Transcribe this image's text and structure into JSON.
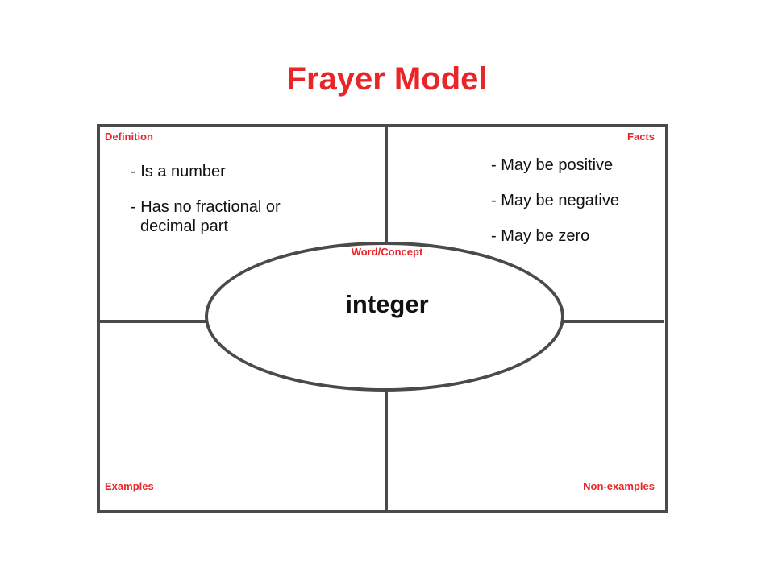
{
  "title": "Frayer Model",
  "quadrants": {
    "definition": {
      "label": "Definition",
      "items": [
        "- Is a number",
        "- Has no fractional or",
        "decimal part"
      ]
    },
    "facts": {
      "label": "Facts",
      "items": [
        "- May be positive",
        "- May be negative",
        "- May be zero"
      ]
    },
    "examples": {
      "label": "Examples"
    },
    "non_examples": {
      "label": "Non-examples"
    }
  },
  "center": {
    "label": "Word/Concept",
    "word": "integer"
  },
  "colors": {
    "accent": "#e8262a",
    "border": "#4a4a4a",
    "text": "#111111"
  }
}
